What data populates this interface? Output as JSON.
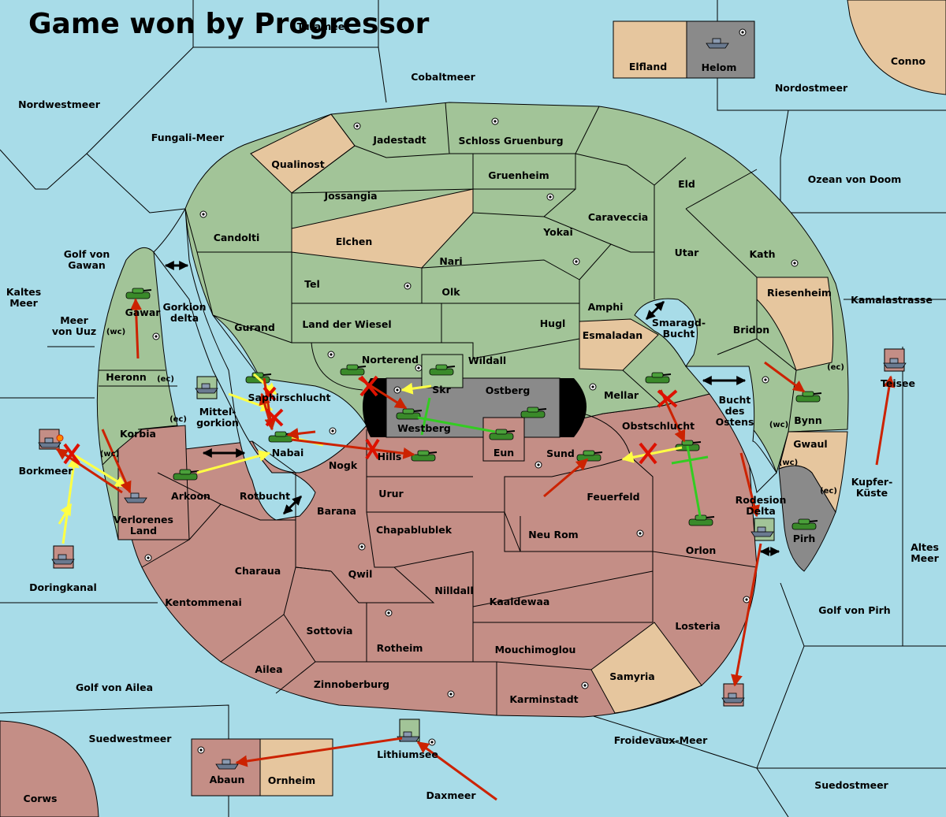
{
  "title": "Game won by Progressor",
  "colors": {
    "sea": "#a8dce8",
    "green_power": "#a2c498",
    "red_power": "#c48e86",
    "neutral": "#e6c69e",
    "grey_power": "#8a8a8a",
    "order_move": "#cc2200",
    "order_support": "#ffff44",
    "order_support_green": "#33cc22"
  },
  "seas": {
    "nordwestmeer": "Nordwestmeer",
    "fungali": "Fungali-Meer",
    "cobaltmeer": "Cobaltmeer",
    "nordostmeer": "Nordostmeer",
    "ozean": "Ozean von Doom",
    "kamalastrasse": "Kamalastrasse",
    "kaltes1": "Kaltes",
    "kaltes2": "Meer",
    "golfgawan1": "Golf von",
    "golfgawan2": "Gawan",
    "uuz1": "Meer",
    "uuz2": "von Uuz",
    "gorkion1": "Gorkion",
    "gorkion2": "delta",
    "mittel1": "Mittel-",
    "mittel2": "gorkion",
    "rotbucht": "Rotbucht",
    "smaragd1": "Smaragd-",
    "smaragd2": "Bucht",
    "bucht1": "Bucht",
    "bucht2": "des",
    "bucht3": "Ostens",
    "rodesion1": "Rodesion",
    "rodesion2": "Delta",
    "kupfer1": "Kupfer-",
    "kupfer2": "Küste",
    "altes1": "Altes",
    "altes2": "Meer",
    "golfpirh": "Golf von Pirh",
    "teisee": "Teisee",
    "golfailea": "Golf von Ailea",
    "suedwestmeer": "Suedwestmeer",
    "froidevaux": "Froidevaux-Meer",
    "suedostmeer": "Suedostmeer",
    "lithiumsee": "Lithiumsee",
    "daxmeer": "Daxmeer",
    "doringkanal": "Doringkanal",
    "borkmeer": "Borkmeer",
    "corws": "Corws",
    "turameer": "Turameer"
  },
  "lands": {
    "elfland": "Elfland",
    "helom": "Helom",
    "conno": "Conno",
    "jadestadt": "Jadestadt",
    "schloss": "Schloss Gruenburg",
    "qualinost": "Qualinost",
    "jossangia": "Jossangia",
    "gruenheim": "Gruenheim",
    "eld": "Eld",
    "candolti": "Candolti",
    "elchen": "Elchen",
    "caraveccia": "Caraveccia",
    "yokai": "Yokai",
    "nari": "Nari",
    "utar": "Utar",
    "kath": "Kath",
    "tel": "Tel",
    "olk": "Olk",
    "riesenheim": "Riesenheim",
    "amphi": "Amphi",
    "gawar": "Gawar",
    "gurand": "Gurand",
    "landwiesel": "Land der Wiesel",
    "hugl": "Hugl",
    "bridon": "Bridon",
    "esmaladan": "Esmaladan",
    "norterend": "Norterend",
    "wildall": "Wildall",
    "heronn": "Heronn",
    "skr": "Skr",
    "ostberg": "Ostberg",
    "mellar": "Mellar",
    "saphir": "Saphirschlucht",
    "westberg": "Westberg",
    "obst": "Obstschlucht",
    "bynn": "Bynn",
    "korbia": "Korbia",
    "nabai": "Nabai",
    "hills": "Hills",
    "eun": "Eun",
    "sund": "Sund",
    "gwaul": "Gwaul",
    "nogk": "Nogk",
    "arkoon": "Arkoon",
    "urur": "Urur",
    "feuerfeld": "Feuerfeld",
    "verloren1": "Verlorenes",
    "verloren2": "Land",
    "barana": "Barana",
    "chapa": "Chapablublek",
    "neurom": "Neu Rom",
    "pirh": "Pirh",
    "orlon": "Orlon",
    "charaua": "Charaua",
    "qwil": "Qwil",
    "nilldall": "Nilldall",
    "kaaldewaa": "Kaaldewaa",
    "kentom": "Kentommenai",
    "sottovia": "Sottovia",
    "losteria": "Losteria",
    "rotheim": "Rotheim",
    "mouchi": "Mouchimoglou",
    "ailea": "Ailea",
    "samyria": "Samyria",
    "zinnoberburg": "Zinnoberburg",
    "karminstadt": "Karminstadt",
    "abaun": "Abaun",
    "ornheim": "Ornheim"
  },
  "coasts": {
    "wc": "(wc)",
    "ec": "(ec)"
  }
}
